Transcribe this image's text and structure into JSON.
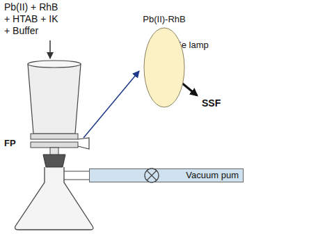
{
  "diagram": {
    "nodes": [
      {
        "text": [
          "Pb(II)-RhB"
        ]
      },
      {
        "text": [
          "Vacuum pum"
        ]
      }
    ],
    "labels": [
      "Pb(II) + RhB + HTAB + IK + Buffer",
      "Xe lamp",
      "SSF",
      "FP"
    ]
  }
}
